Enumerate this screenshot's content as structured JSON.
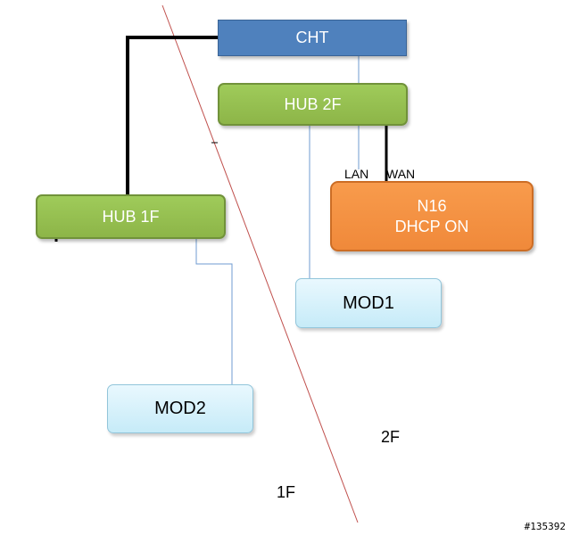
{
  "nodes": {
    "cht": "CHT",
    "hub_2f": "HUB 2F",
    "hub_1f": "HUB 1F",
    "router": {
      "line1": "N16",
      "line2": "DHCP ON"
    },
    "mod1": "MOD1",
    "mod2": "MOD2"
  },
  "ports": {
    "lan": "LAN",
    "wan": "WAN"
  },
  "floors": {
    "upper": "2F",
    "lower": "1F"
  },
  "watermark": "#135392",
  "colors": {
    "cht": "#4f81bd",
    "hub": "#9bbb59",
    "router": "#f79646",
    "modem": "#c6ebf8",
    "thin_line": "#4f81bd",
    "thick_line": "#000000",
    "divider": "#c0504d"
  }
}
